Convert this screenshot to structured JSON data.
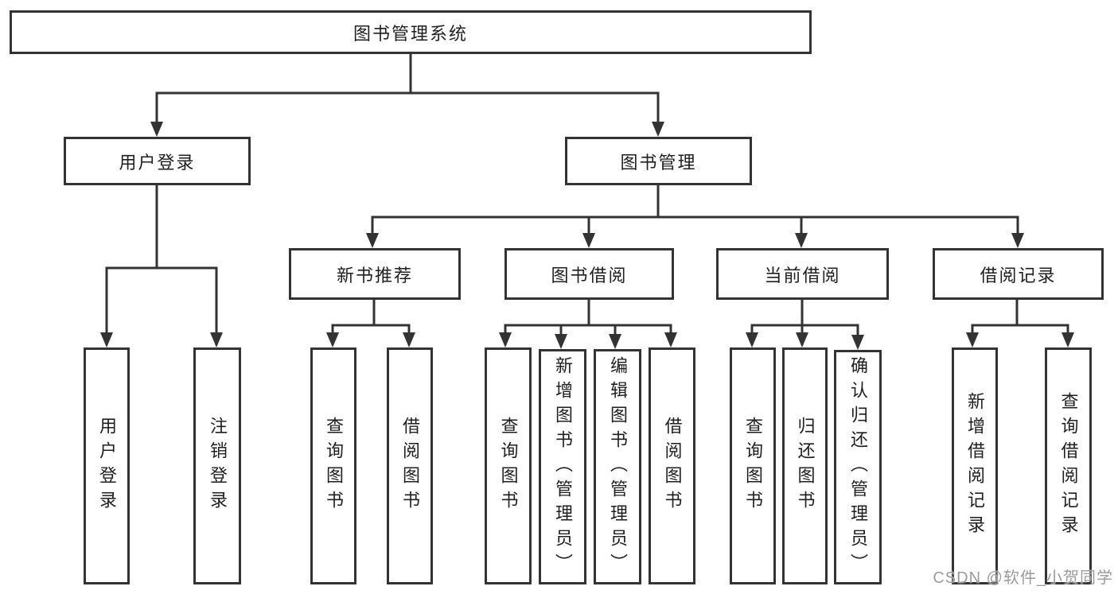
{
  "title": "图书管理系统",
  "tree": {
    "label": "图书管理系统",
    "children": [
      {
        "label": "用户登录",
        "children": [
          {
            "label": "用户登录"
          },
          {
            "label": "注销登录"
          }
        ]
      },
      {
        "label": "图书管理",
        "children": [
          {
            "label": "新书推荐",
            "children": [
              {
                "label": "查询图书"
              },
              {
                "label": "借阅图书"
              }
            ]
          },
          {
            "label": "图书借阅",
            "children": [
              {
                "label": "查询图书"
              },
              {
                "label": "新增图书（管理员）"
              },
              {
                "label": "编辑图书（管理员）"
              },
              {
                "label": "借阅图书"
              }
            ]
          },
          {
            "label": "当前借阅",
            "children": [
              {
                "label": "查询图书"
              },
              {
                "label": "归还图书"
              },
              {
                "label": "确认归还（管理员）"
              }
            ]
          },
          {
            "label": "借阅记录",
            "children": [
              {
                "label": "新增借阅记录"
              },
              {
                "label": "查询借阅记录"
              }
            ]
          }
        ]
      }
    ]
  },
  "watermark": "CSDN @软件_小贺同学",
  "colors": {
    "line": "#333333",
    "box_border": "#333333",
    "text": "#1f1f1f",
    "background": "#ffffff",
    "watermark": "#9b9b9b"
  }
}
